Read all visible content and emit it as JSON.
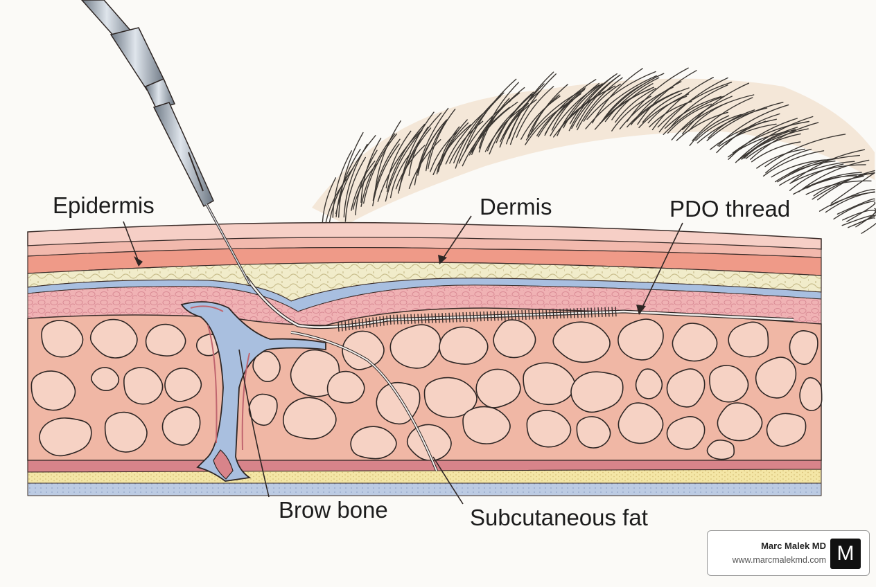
{
  "labels": {
    "epidermis": "Epidermis",
    "dermis": "Dermis",
    "pdo_thread": "PDO thread",
    "brow_bone": "Brow bone",
    "subcutaneous_fat": "Subcutaneous fat"
  },
  "badge": {
    "name": "Marc Malek MD",
    "url": "www.marcmalekmd.com",
    "logo_letter": "M"
  },
  "colors": {
    "epidermis": "#f2b9ad",
    "dermis": "#ef9a88",
    "dermis_cells": "#efe9c4",
    "fascia": "#a8bfe0",
    "fat_bg": "#f0b7a5",
    "fat_lobule": "#f6d2c4",
    "bone": "#a9bfdf",
    "needle": "#8f9aa6",
    "brow_hair": "#3a3632",
    "lower_yellow": "#f3e3a0",
    "lower_blue": "#b9c9e2"
  },
  "icons": {
    "needle": "syringe-needle-icon",
    "eyebrow": "eyebrow-hair-icon"
  }
}
